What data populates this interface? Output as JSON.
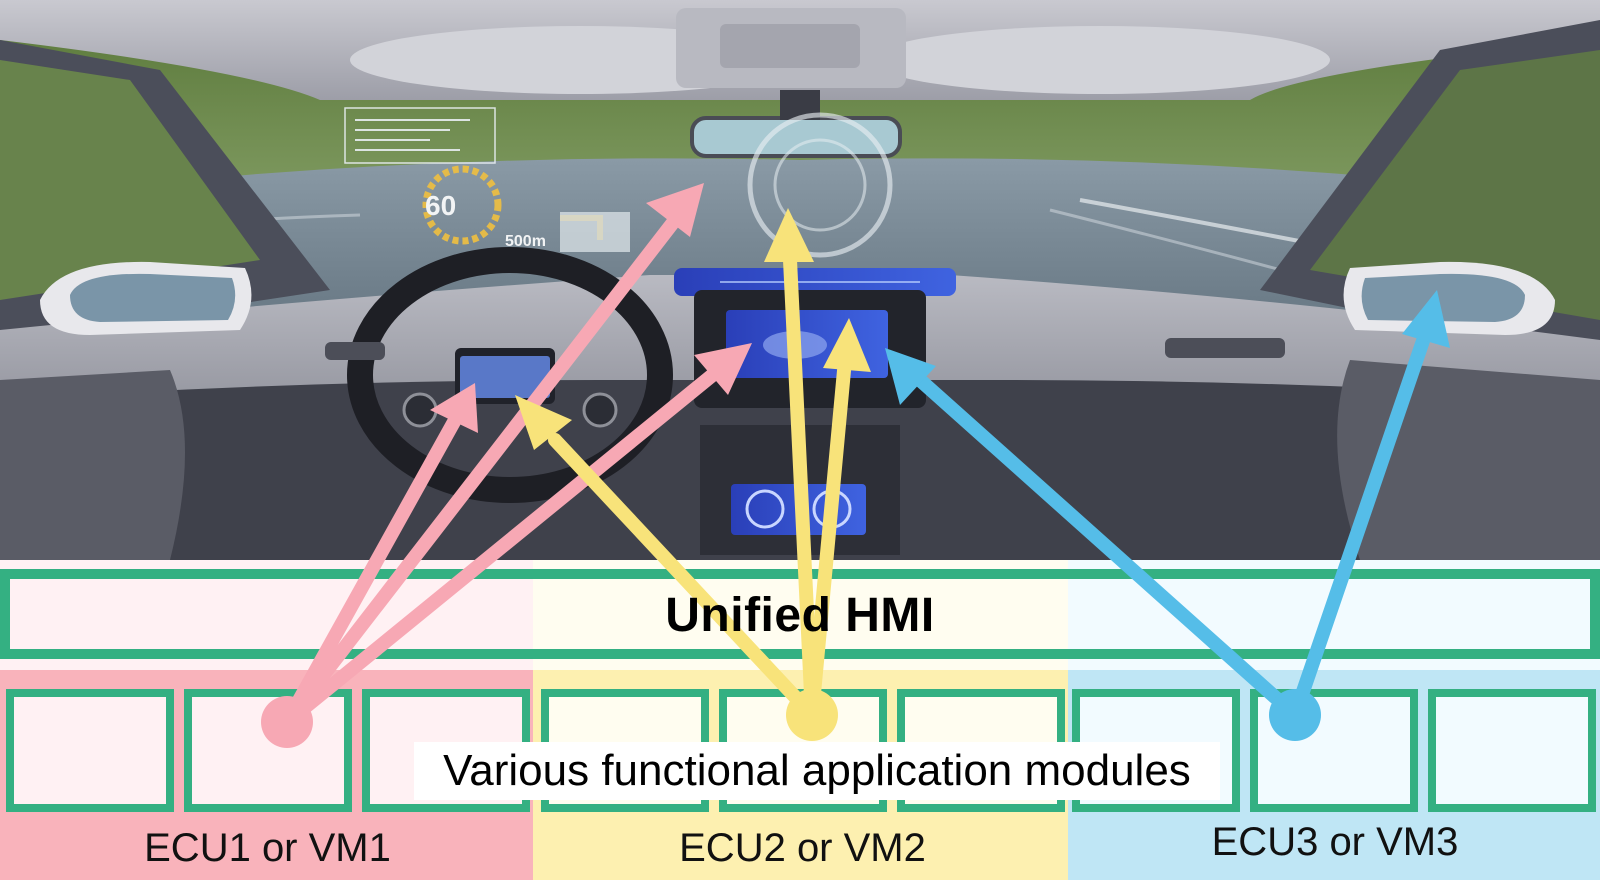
{
  "hmi": {
    "title": "Unified HMI"
  },
  "modules": {
    "label": "Various functional application modules"
  },
  "ecus": [
    {
      "label": "ECU1 or VM1",
      "color": "#f9b3bb",
      "arrow_color": "#f7a8b4"
    },
    {
      "label": "ECU2 or VM2",
      "color": "#fdf0b0",
      "arrow_color": "#f8e37a"
    },
    {
      "label": "ECU3 or VM3",
      "color": "#bfe6f5",
      "arrow_color": "#55bde8"
    }
  ],
  "hud": {
    "speed": "60",
    "distance": "500m"
  },
  "colors": {
    "frame": "#34b082",
    "arrow_pink": "#f7a8b4",
    "arrow_yellow": "#f8e37a",
    "arrow_blue": "#55bde8"
  }
}
